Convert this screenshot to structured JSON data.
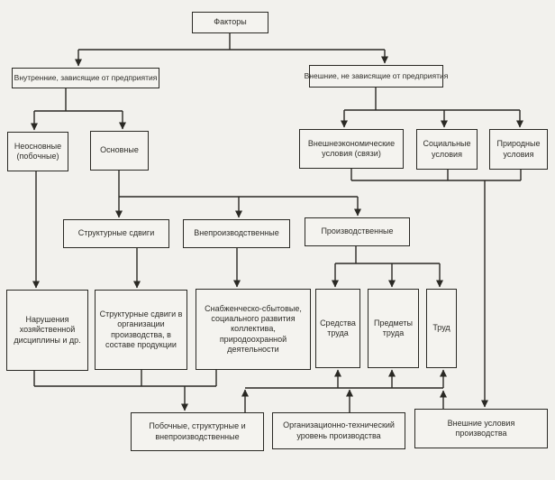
{
  "diagram": {
    "title": "Факторы",
    "type": "flowchart",
    "colors": {
      "line": "#2a2924",
      "box_border": "#2a2924",
      "background": "#f2f1ed"
    }
  },
  "nodes": {
    "factors": {
      "label": "Факторы"
    },
    "internal": {
      "label": "Внутренние, зависящие от предприятия"
    },
    "external": {
      "label": "Внешние, не зависящие от предприятия"
    },
    "non_main": {
      "label": "Неосновные (побочные)"
    },
    "main": {
      "label": "Основные"
    },
    "foreign_economic": {
      "label": "Внешнеэкономические условия (связи)"
    },
    "social": {
      "label": "Социальные условия"
    },
    "natural": {
      "label": "Природные условия"
    },
    "structural_shifts": {
      "label": "Структурные сдвиги"
    },
    "non_production": {
      "label": "Внепроизводственные"
    },
    "production": {
      "label": "Производственные"
    },
    "violations": {
      "label": "Нарушения хозяйственной дисциплины и др."
    },
    "shifts_in_org": {
      "label": "Структурные сдвиги в организации производства, в составе продукции"
    },
    "supply_sales": {
      "label": "Снабженческо-сбытовые, социального развития коллектива, природоохранной деятельности"
    },
    "means_of_labor": {
      "label": "Средства труда"
    },
    "objects_of_labor": {
      "label": "Предметы труда"
    },
    "labor": {
      "label": "Труд"
    },
    "side_structural": {
      "label": "Побочные, структурные и внепроизводственные"
    },
    "org_tech": {
      "label": "Организационно-технический уровень производства"
    },
    "external_conditions": {
      "label": "Внешние условия производства"
    }
  },
  "edges": [
    {
      "from": "factors",
      "to": "internal"
    },
    {
      "from": "factors",
      "to": "external"
    },
    {
      "from": "internal",
      "to": "non_main"
    },
    {
      "from": "internal",
      "to": "main"
    },
    {
      "from": "external",
      "to": "foreign_economic"
    },
    {
      "from": "external",
      "to": "social"
    },
    {
      "from": "external",
      "to": "natural"
    },
    {
      "from": "main",
      "to": "structural_shifts"
    },
    {
      "from": "main",
      "to": "non_production"
    },
    {
      "from": "main",
      "to": "production"
    },
    {
      "from": "non_main",
      "to": "violations"
    },
    {
      "from": "structural_shifts",
      "to": "shifts_in_org"
    },
    {
      "from": "non_production",
      "to": "supply_sales"
    },
    {
      "from": "production",
      "to": "means_of_labor"
    },
    {
      "from": "production",
      "to": "objects_of_labor"
    },
    {
      "from": "production",
      "to": "labor"
    },
    {
      "from": "violations",
      "to": "side_structural"
    },
    {
      "from": "shifts_in_org",
      "to": "side_structural"
    },
    {
      "from": "supply_sales",
      "to": "side_structural"
    },
    {
      "from": "foreign_economic",
      "to": "external_conditions"
    },
    {
      "from": "social",
      "to": "external_conditions"
    },
    {
      "from": "natural",
      "to": "external_conditions"
    },
    {
      "from": "side_structural",
      "to": [
        "means_of_labor",
        "objects_of_labor",
        "labor"
      ]
    },
    {
      "from": "org_tech",
      "to": [
        "means_of_labor",
        "objects_of_labor",
        "labor"
      ]
    },
    {
      "from": "external_conditions",
      "to": [
        "means_of_labor",
        "objects_of_labor",
        "labor"
      ]
    }
  ]
}
